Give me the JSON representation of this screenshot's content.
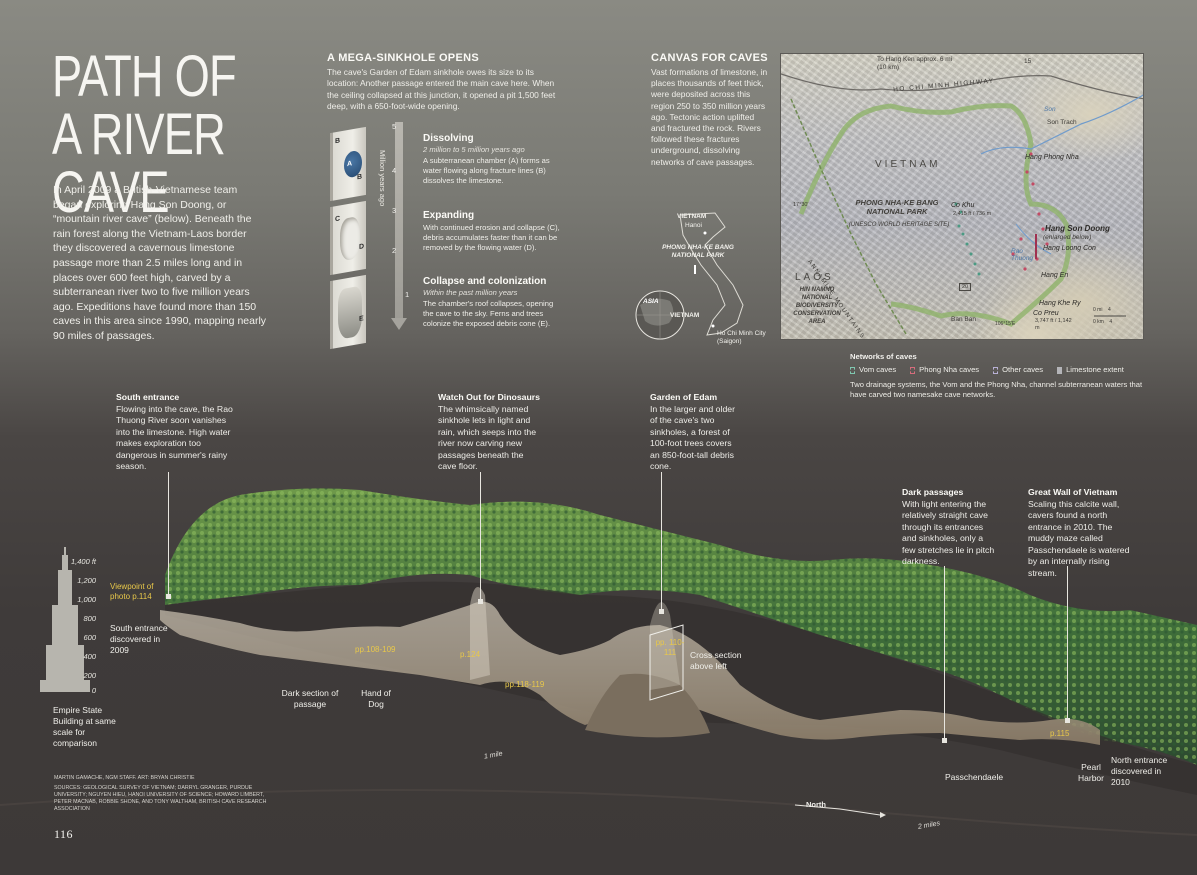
{
  "title": "PATH OF A RIVER CAVE",
  "intro": "In April 2009 a British-Vietnamese team began exploring Hang Son Doong, or “mountain river cave” (below). Beneath the rain forest along the Vietnam-Laos border they discovered a cavernous limestone passage more than 2.5 miles long and in places over 600 feet high, carved by a subterranean river two to five million years ago. Expeditions have found more than 150 caves in this area since 1990, mapping nearly 90 miles of passages.",
  "sinkhole": {
    "heading": "A MEGA-SINKHOLE OPENS",
    "text": "The cave's Garden of Edam sinkhole owes its size to its location: Another passage entered the main cave here. When the ceiling collapsed at this junction, it opened a pit 1,500 feet deep, with a 650-foot-wide opening.",
    "timeline_label": "Million years ago",
    "timeline_ticks": [
      "5",
      "4",
      "3",
      "2",
      "1"
    ],
    "block_labels": {
      "a": "A",
      "b": "B",
      "c": "C",
      "d": "D",
      "e": "E"
    },
    "stages": [
      {
        "title": "Dissolving",
        "period": "2 million to 5 million years ago",
        "text": "A subterranean chamber (A) forms as water flowing along fracture lines (B) dissolves the limestone."
      },
      {
        "title": "Expanding",
        "period": "",
        "text": "With continued erosion and collapse (C), debris accumulates faster than it can be removed by the flowing water (D)."
      },
      {
        "title": "Collapse and colonization",
        "period": "Within the past million years",
        "text": "The chamber's roof collapses, opening the cave to the sky. Ferns and trees colonize the exposed debris cone (E)."
      }
    ]
  },
  "canvas": {
    "heading": "CANVAS FOR CAVES",
    "text": "Vast formations of limestone, in places thousands of feet thick, were deposited across this region 250 to 350 million years ago. Tectonic action uplifted and fractured the rock. Rivers followed these fractures underground, dissolving networks of cave passages."
  },
  "locator": {
    "country": "VIETNAM",
    "capital": "Hanoi",
    "park": "PHONG NHA-KE BANG NATIONAL PARK",
    "globe_label": "ASIA",
    "globe_country": "VIETNAM",
    "city": "Ho Chi Minh City (Saigon)"
  },
  "map": {
    "labels": {
      "to_hang_ken": "To Hang Ken approx. 6 mi (10 km)",
      "highway": "HO CHI MINH HIGHWAY",
      "route": "15",
      "river_son": "Son",
      "son_trach": "Son Trach",
      "hang_phong_nha": "Hang Phong Nha",
      "vietnam": "VIETNAM",
      "park": "PHONG NHA-KE BANG NATIONAL PARK",
      "park_sub": "(UNESCO WORLD HERITAGE SITE)",
      "co_khu": "Co Khu",
      "co_khu_elev": "2,415 ft / 736 m",
      "lat": "17°30'",
      "mountains": "ANNAMITE MOUNTAINS",
      "laos": "LAOS",
      "hin_namno": "HIN NAMNO NATIONAL BIODIVERSITY CONSERVATION AREA",
      "route20": "20",
      "ban_ban": "Ban Ban",
      "hang_son_doong": "Hang Son Doong",
      "enlarged": "(enlarged below)",
      "hang_loong_con": "Hang Loong Con",
      "rao_thuong": "Rao Thuong",
      "hang_en": "Hang En",
      "hang_khe_ry": "Hang Khe Ry",
      "co_preu": "Co Preu",
      "co_preu_elev": "3,747 ft / 1,142 m",
      "long": "106°15'E",
      "scale_mi": "0 mi    4",
      "scale_km": "0 km    4"
    }
  },
  "legend": {
    "title": "Networks of caves",
    "items": [
      {
        "label": "Vom caves",
        "color": "#7fc7b0"
      },
      {
        "label": "Phong Nha caves",
        "color": "#d66c7c"
      },
      {
        "label": "Other caves",
        "color": "#b9b1d6"
      },
      {
        "label": "Limestone extent",
        "color": "#b4b4b8"
      }
    ],
    "description": "Two drainage systems, the Vom and the Phong Nha, channel subterranean waters that have carved two namesake cave networks."
  },
  "callouts": [
    {
      "title": "South entrance",
      "text": "Flowing into the cave, the Rao Thuong River soon vanishes into the limestone. High water makes exploration too dangerous in summer's rainy season."
    },
    {
      "title": "Watch Out for Dinosaurs",
      "text": "The whimsically named sinkhole lets in light and rain, which seeps into the river now carving new passages beneath the cave floor."
    },
    {
      "title": "Garden of Edam",
      "text": "In the larger and older of the cave's two sinkholes, a forest of 100-foot trees covers an 850-foot-tall debris cone."
    },
    {
      "title": "Dark passages",
      "text": "With light entering the relatively straight cave through its entrances and sinkholes, only a few stretches lie in pitch darkness."
    },
    {
      "title": "Great Wall of Vietnam",
      "text": "Scaling this calcite wall, cavers found a north entrance in 2010. The muddy maze called Passchendaele is watered by an internally rising stream."
    }
  ],
  "diagram": {
    "height_scale": [
      "1,400 ft",
      "1,200",
      "1,000",
      "800",
      "600",
      "400",
      "200",
      "0"
    ],
    "empire_state": "Empire State Building at same scale for comparison",
    "viewpoint": "Viewpoint of photo p.114",
    "south_entrance": "South entrance discovered in 2009",
    "dark_section": "Dark section of passage",
    "hand_of_dog": "Hand of Dog",
    "page_refs": {
      "p108": "pp.108-109",
      "p124": "p.124",
      "p118": "pp.118-119",
      "p110": "pp. 110-111",
      "p115": "p.115"
    },
    "cross_section": "Cross section above left",
    "passchendaele": "Passchendaele",
    "pearl_harbor": "Pearl Harbor",
    "north_entrance": "North entrance discovered in 2010",
    "scale_1mile": "1 mile",
    "scale_2miles": "2 miles",
    "north": "North"
  },
  "credits": {
    "byline": "MARTIN GAMACHE, NGM STAFF. ART: BRYAN CHRISTIE",
    "sources": "SOURCES: GEOLOGICAL SURVEY OF VIETNAM; DARRYL GRANGER, PURDUE UNIVERSITY; NGUYEN HIEU, HANOI UNIVERSITY OF SCIENCE; HOWARD LIMBERT, PETER MACNAB, ROBBIE SHONE, AND TONY WALTHAM, BRITISH CAVE RESEARCH ASSOCIATION"
  },
  "page_number": "116"
}
